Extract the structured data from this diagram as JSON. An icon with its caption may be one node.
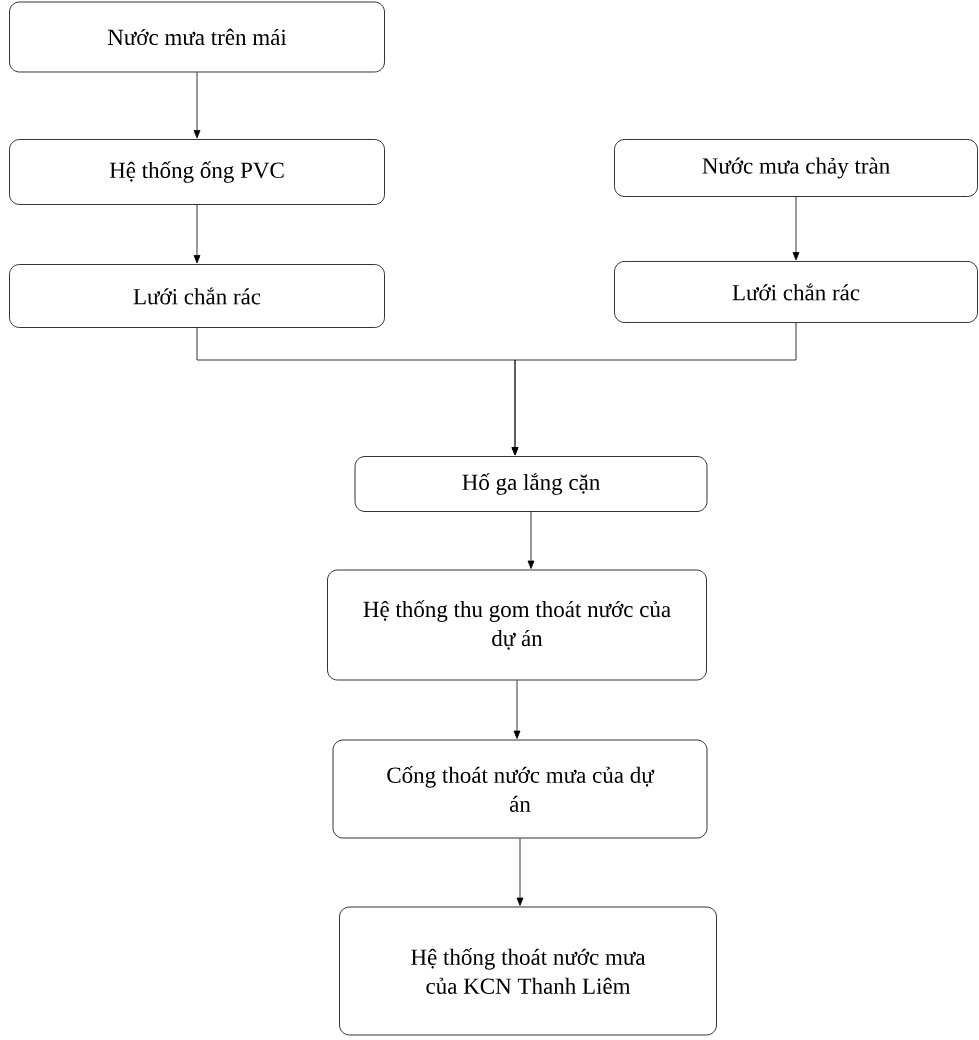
{
  "diagram": {
    "nodes": [
      {
        "text": [
          "Nước mưa trên mái"
        ]
      },
      {
        "text": [
          "Hệ thống ống PVC"
        ]
      },
      {
        "text": [
          "Lưới chắn rác"
        ]
      },
      {
        "text": [
          "Nước mưa chảy tràn"
        ]
      },
      {
        "text": [
          "Lưới chắn rác"
        ]
      },
      {
        "text": [
          "Hố ga lắng cặn"
        ]
      },
      {
        "text": [
          "Hệ thống thu gom thoát nước của dự án"
        ]
      },
      {
        "text": [
          "Cống thoát nước mưa của dự án"
        ]
      },
      {
        "text": [
          "Hệ thống thoát nước mưa của KCN Thanh Liêm"
        ]
      }
    ],
    "edges": [
      {
        "from": 0,
        "to": 1,
        "arrow": "to"
      },
      {
        "from": 1,
        "to": 2,
        "arrow": "to"
      },
      {
        "from": 3,
        "to": 4,
        "arrow": "to"
      },
      {
        "from": 2,
        "to": 5,
        "arrow": "to"
      },
      {
        "from": 4,
        "to": 5,
        "arrow": "to"
      },
      {
        "from": 5,
        "to": 6,
        "arrow": "to"
      },
      {
        "from": 6,
        "to": 7,
        "arrow": "to"
      },
      {
        "from": 7,
        "to": 8,
        "arrow": "to"
      }
    ]
  }
}
